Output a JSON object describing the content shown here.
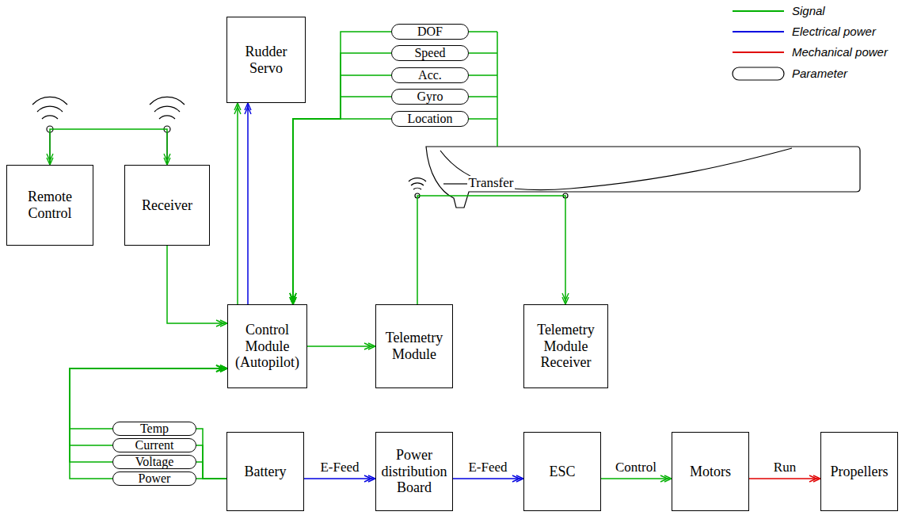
{
  "diagram": {
    "nodes": [
      {
        "text": [
          "Remote Control"
        ]
      },
      {
        "text": [
          "Receiver"
        ]
      },
      {
        "text": [
          "Rudder Servo"
        ]
      },
      {
        "text": [
          "DOF"
        ]
      },
      {
        "text": [
          "Speed"
        ]
      },
      {
        "text": [
          "Acc."
        ]
      },
      {
        "text": [
          "Gyro"
        ]
      },
      {
        "text": [
          "Location"
        ]
      },
      {
        "text": [
          "Control Module (Autopilot)"
        ]
      },
      {
        "text": [
          "Telemetry Module"
        ]
      },
      {
        "text": [
          "Telemetry Module Receiver"
        ]
      },
      {
        "text": [
          "Temp"
        ]
      },
      {
        "text": [
          "Current"
        ]
      },
      {
        "text": [
          "Voltage"
        ]
      },
      {
        "text": [
          "Power"
        ]
      },
      {
        "text": [
          "Battery"
        ]
      },
      {
        "text": [
          "Power distribution Board"
        ]
      },
      {
        "text": [
          "ESC"
        ]
      },
      {
        "text": [
          "Motors"
        ]
      },
      {
        "text": [
          "Propellers"
        ]
      }
    ],
    "edges": [
      {
        "from": 0,
        "to": 1,
        "arrow": "both"
      },
      {
        "from": 1,
        "to": 8,
        "arrow": "to"
      },
      {
        "from": 8,
        "to": 2,
        "arrow": "to"
      },
      {
        "from": 8,
        "to": 2,
        "arrow": "to"
      },
      {
        "from": 3,
        "to": 8,
        "arrow": "to"
      },
      {
        "from": 4,
        "to": 8,
        "arrow": "to"
      },
      {
        "from": 5,
        "to": 8,
        "arrow": "to"
      },
      {
        "from": 6,
        "to": 8,
        "arrow": "to"
      },
      {
        "from": 7,
        "to": 8,
        "arrow": "to"
      },
      {
        "from": 8,
        "to": 9,
        "arrow": "to"
      },
      {
        "from": 9,
        "to": 10,
        "label": "Transfer",
        "arrow": "to"
      },
      {
        "from": 15,
        "to": 11,
        "arrow": "none"
      },
      {
        "from": 15,
        "to": 12,
        "arrow": "none"
      },
      {
        "from": 15,
        "to": 13,
        "arrow": "none"
      },
      {
        "from": 15,
        "to": 14,
        "arrow": "none"
      },
      {
        "from": 11,
        "to": 8,
        "arrow": "to"
      },
      {
        "from": 12,
        "to": 8,
        "arrow": "to"
      },
      {
        "from": 13,
        "to": 8,
        "arrow": "to"
      },
      {
        "from": 14,
        "to": 8,
        "arrow": "to"
      },
      {
        "from": 15,
        "to": 16,
        "label": "E-Feed",
        "arrow": "to"
      },
      {
        "from": 16,
        "to": 17,
        "label": "E-Feed",
        "arrow": "to"
      },
      {
        "from": 17,
        "to": 18,
        "label": "Control",
        "arrow": "to"
      },
      {
        "from": 18,
        "to": 19,
        "label": "Run",
        "arrow": "to"
      }
    ],
    "legend": [
      {
        "text": "Signal"
      },
      {
        "text": "Electrical power"
      },
      {
        "text": "Mechanical power"
      },
      {
        "text": "Parameter"
      }
    ]
  }
}
